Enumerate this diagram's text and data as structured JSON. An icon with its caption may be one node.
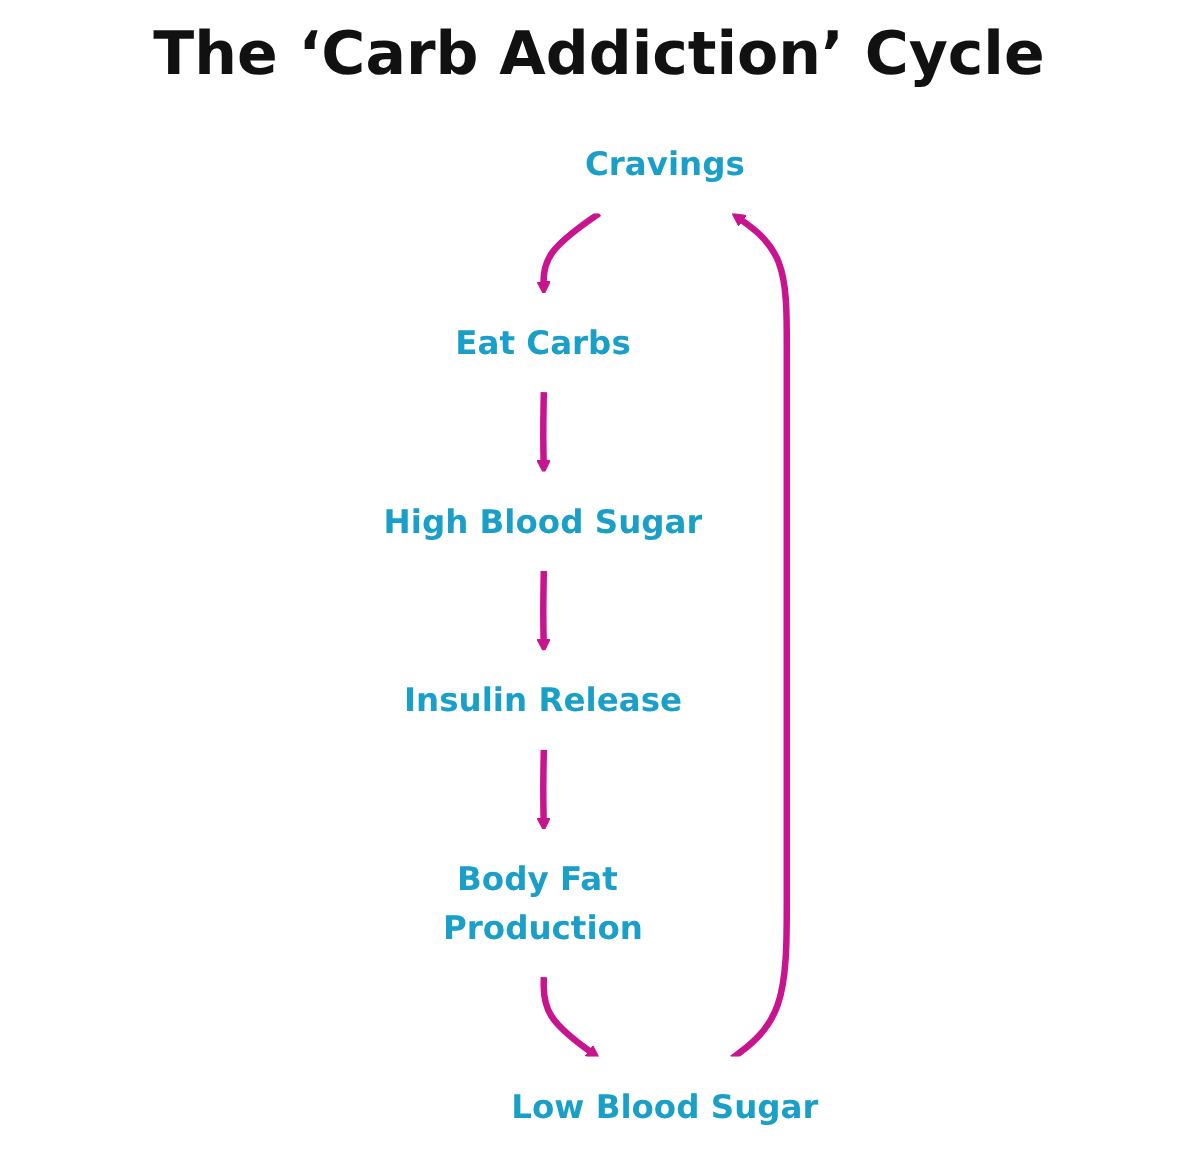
{
  "diagram": {
    "title": "The ‘Carb Addiction’ Cycle",
    "nodes": [
      {
        "text": [
          "Cravings"
        ]
      },
      {
        "text": [
          "Eat Carbs"
        ]
      },
      {
        "text": [
          "High Blood Sugar"
        ]
      },
      {
        "text": [
          "Insulin Release"
        ]
      },
      {
        "text": [
          "Body Fat Production"
        ]
      },
      {
        "text": [
          "Low Blood Sugar"
        ]
      }
    ],
    "edges": [
      {
        "from": 0,
        "to": 1,
        "arrow": "to"
      },
      {
        "from": 1,
        "to": 2,
        "arrow": "to"
      },
      {
        "from": 2,
        "to": 3,
        "arrow": "to"
      },
      {
        "from": 3,
        "to": 4,
        "arrow": "to"
      },
      {
        "from": 4,
        "to": 5,
        "arrow": "to"
      },
      {
        "from": 5,
        "to": 0,
        "arrow": "to"
      }
    ]
  }
}
